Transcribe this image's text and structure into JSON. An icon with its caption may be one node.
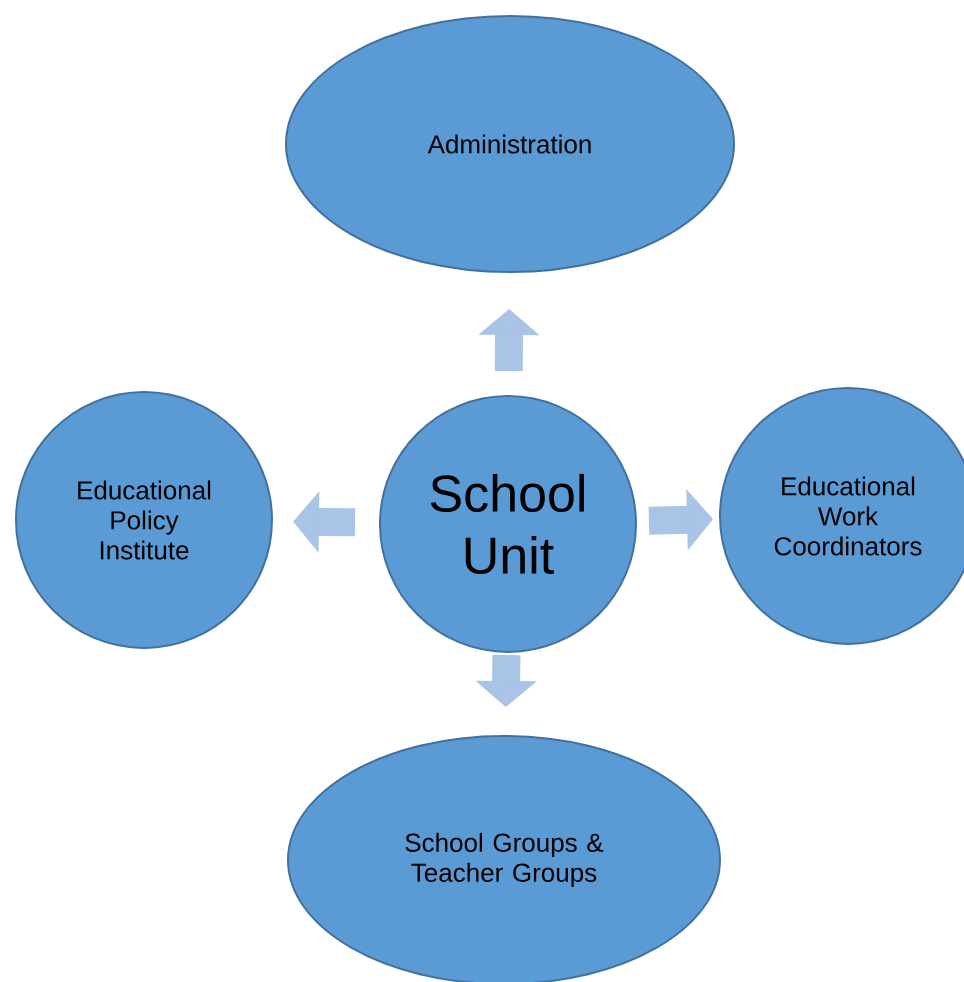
{
  "diagram": {
    "nodes": [
      {
        "text": [
          "Administration"
        ]
      },
      {
        "text": [
          "Educational Policy Institute"
        ]
      },
      {
        "text": [
          "School Unit"
        ]
      },
      {
        "text": [
          "Educational Work Coordinators"
        ]
      },
      {
        "text": [
          "School Groups & Teacher Groups"
        ]
      }
    ],
    "edges": [
      {
        "from": 2,
        "to": 0,
        "arrow": "to"
      },
      {
        "from": 2,
        "to": 1,
        "arrow": "to"
      },
      {
        "from": 2,
        "to": 3,
        "arrow": "to"
      },
      {
        "from": 2,
        "to": 4,
        "arrow": "to"
      }
    ]
  }
}
